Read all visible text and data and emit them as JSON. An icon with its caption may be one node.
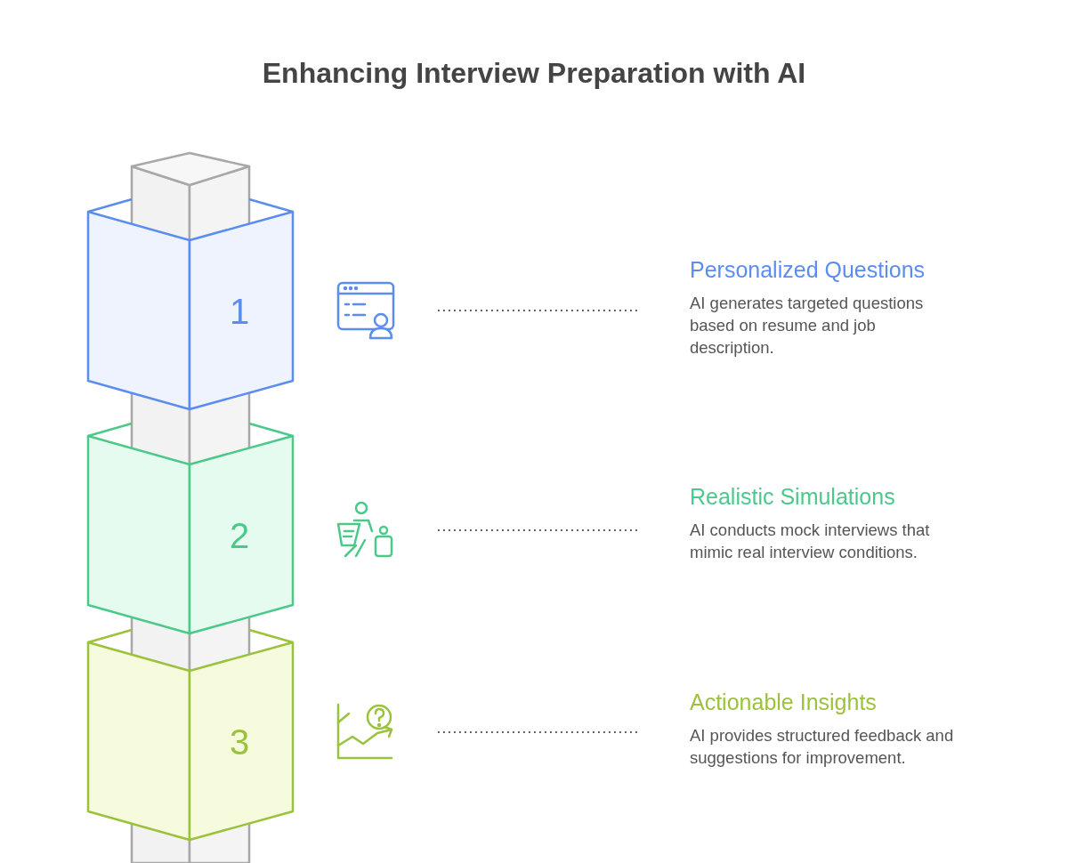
{
  "diagram": {
    "title": "Enhancing Interview Preparation with AI",
    "nodes": [
      {
        "text": [
          "1"
        ]
      },
      {
        "text": [],
        "shape": "icon"
      },
      {
        "text": [
          "Personalized Questions",
          "AI generates targeted questions based on resume and job description."
        ]
      },
      {
        "text": [
          "2"
        ]
      },
      {
        "text": [],
        "shape": "icon"
      },
      {
        "text": [
          "Realistic Simulations",
          "AI conducts mock interviews that mimic real interview conditions."
        ]
      },
      {
        "text": [
          "3"
        ]
      },
      {
        "text": [],
        "shape": "icon"
      },
      {
        "text": [
          "Actionable Insights",
          "AI provides structured feedback and suggestions for improvement."
        ]
      }
    ],
    "edges": [
      {
        "from": 1,
        "to": 2,
        "arrow": "none",
        "style": "dashed"
      },
      {
        "from": 4,
        "to": 5,
        "arrow": "none",
        "style": "dashed"
      },
      {
        "from": 7,
        "to": 8,
        "arrow": "none",
        "style": "dashed"
      }
    ]
  }
}
